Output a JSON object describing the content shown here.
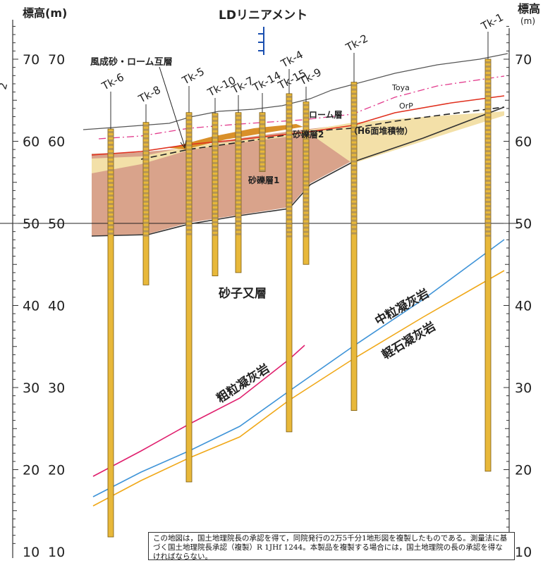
{
  "axis": {
    "title": "標高",
    "unit": "(m)",
    "right_title": "標高",
    "right_unit": "(m)",
    "ticks": [
      70,
      60,
      50,
      40,
      30,
      20,
      10
    ],
    "min": 10,
    "max": 75
  },
  "partial_left_label": "2",
  "lineament_label": "LDリニアメント",
  "boreholes": [
    {
      "id": "Tk-6",
      "top": 61.5,
      "bottom": 11.8
    },
    {
      "id": "Tk-8",
      "top": 62.3,
      "bottom": 42.5
    },
    {
      "id": "Tk-5",
      "top": 63.5,
      "bottom": 18.5
    },
    {
      "id": "Tk-10",
      "top": 63.4,
      "bottom": 43.6
    },
    {
      "id": "Tk-7",
      "top": 63.5,
      "bottom": 44.0
    },
    {
      "id": "Tk-14",
      "top": 63.5,
      "bottom": 56.3
    },
    {
      "id": "Tk-15",
      "top": 64.3,
      "bottom": 24.6
    },
    {
      "id": "Tk-9",
      "top": 64.8,
      "bottom": 45.0
    },
    {
      "id": "Tk-4",
      "top": 65.8,
      "bottom": 24.6
    },
    {
      "id": "Tk-2",
      "top": 67.2,
      "bottom": 27.2
    },
    {
      "id": "Tk-1",
      "top": 70.0,
      "bottom": 19.8
    }
  ],
  "labels": {
    "wind_sand_loam": "風成砂・ローム互層",
    "gravel1": "砂礫層1",
    "gravel2": "砂礫層2",
    "h6": "（H6面堆積物）",
    "loam": "ローム層",
    "toya": "Toya",
    "orp": "OrP",
    "sunagomata": "砂子又層",
    "coarse_tuff": "粗粒凝灰岩",
    "medium_tuff": "中粒凝灰岩",
    "pumice_tuff": "軽石凝灰岩"
  },
  "colors": {
    "gravel1": "#d9a38b",
    "gravel2": "#f3e0a8",
    "wind_layer": "#d9902a",
    "borehole": "#e8b83a",
    "toya_line": "#e23a8c",
    "orp_line": "#e0301e",
    "coarse_tuff": "#e0206e",
    "medium_tuff": "#3f94d8",
    "pumice_tuff": "#f0a818"
  },
  "note_text": "この地図は，国土地理院長の承認を得て，同院発行の2万5千分1地形図を複製したものである。測量法に基づく国土地理院長承認（複製）R 1JHf 1244。本製品を複製する場合には，国土地理院の長の承認を得なければならない。"
}
